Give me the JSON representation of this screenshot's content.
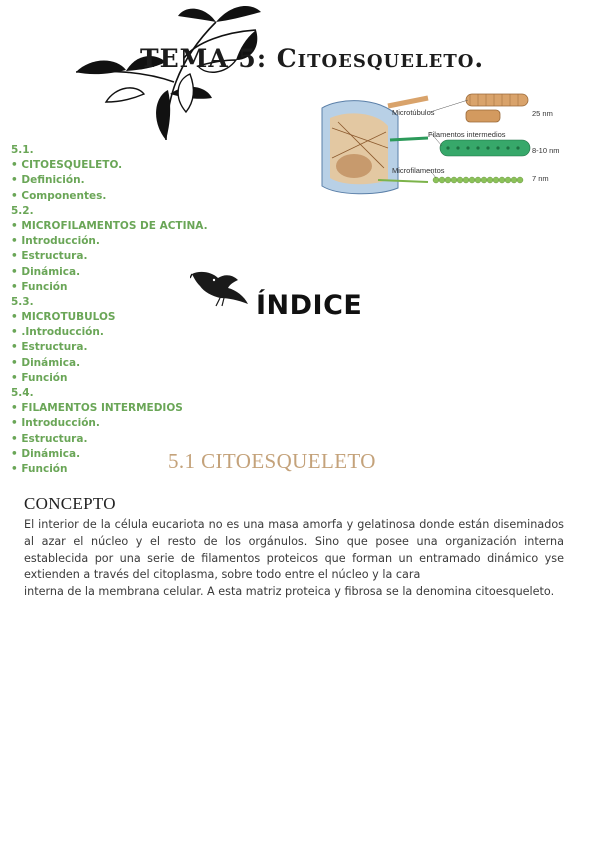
{
  "header": {
    "title": "TEMA 5: Citoesqueleto."
  },
  "figure": {
    "labels": {
      "microtubulos": "Microtúbulos",
      "filamentos_intermedios": "Filamentos intermedios",
      "microfilamentos": "Microfilamentos",
      "size_25": "25 nm",
      "size_8_10": "8-10 nm",
      "size_7": "7 nm"
    }
  },
  "toc": {
    "items": [
      "5.1.",
      "• CITOESQUELETO.",
      "• Definición.",
      "• Componentes.",
      "5.2.",
      "• MICROFILAMENTOS DE ACTINA.",
      "• Introducción.",
      "• Estructura.",
      "• Dinámica.",
      "• Función",
      "5.3.",
      "• MICROTUBULOS",
      "• .Introducción.",
      "• Estructura.",
      "• Dinámica.",
      "• Función",
      "5.4.",
      "• FILAMENTOS INTERMEDIOS",
      "• Introducción.",
      "• Estructura.",
      "• Dinámica.",
      "• Función"
    ]
  },
  "indice": {
    "title": "ÍNDICE"
  },
  "section": {
    "heading": "5.1 CITOESQUELETO"
  },
  "concept": {
    "heading": "CONCEPTO",
    "paragraph_1": "El interior de la célula eucariota no es una masa amorfa y gelatinosa donde están diseminados al azar el núcleo y el resto de los orgánulos. Sino que posee una organización interna establecida por una serie de filamentos proteicos que forman un entramado dinámico yse extienden a través del citoplasma, sobre todo entre el núcleo y la cara",
    "paragraph_2": "interna de la membrana celular. A esta matriz proteica y fibrosa se la denomina citoesqueleto."
  },
  "colors": {
    "toc_green": "#6aa657",
    "section_gold": "#c4a27a",
    "text_dark": "#3a3a3a"
  }
}
